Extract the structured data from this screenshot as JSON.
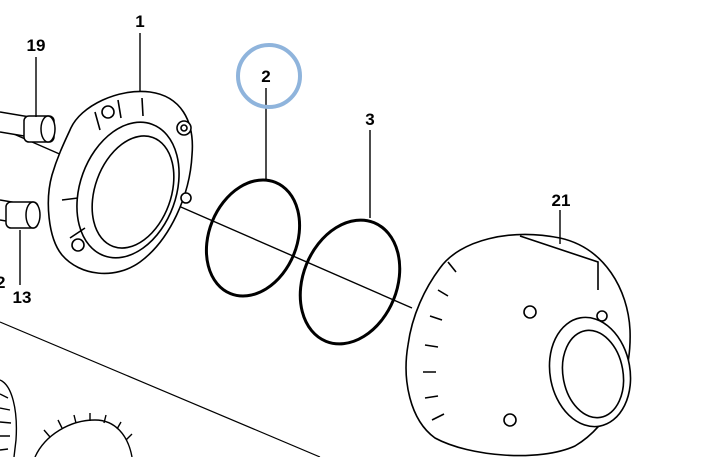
{
  "callouts": {
    "part_1": "1",
    "part_2": "2",
    "part_3": "3",
    "part_12_partial": "2",
    "part_13": "13",
    "part_19": "19",
    "part_21": "21"
  },
  "colors": {
    "highlight_circle": "#8fb4dc",
    "line": "#000000",
    "background": "#ffffff"
  }
}
